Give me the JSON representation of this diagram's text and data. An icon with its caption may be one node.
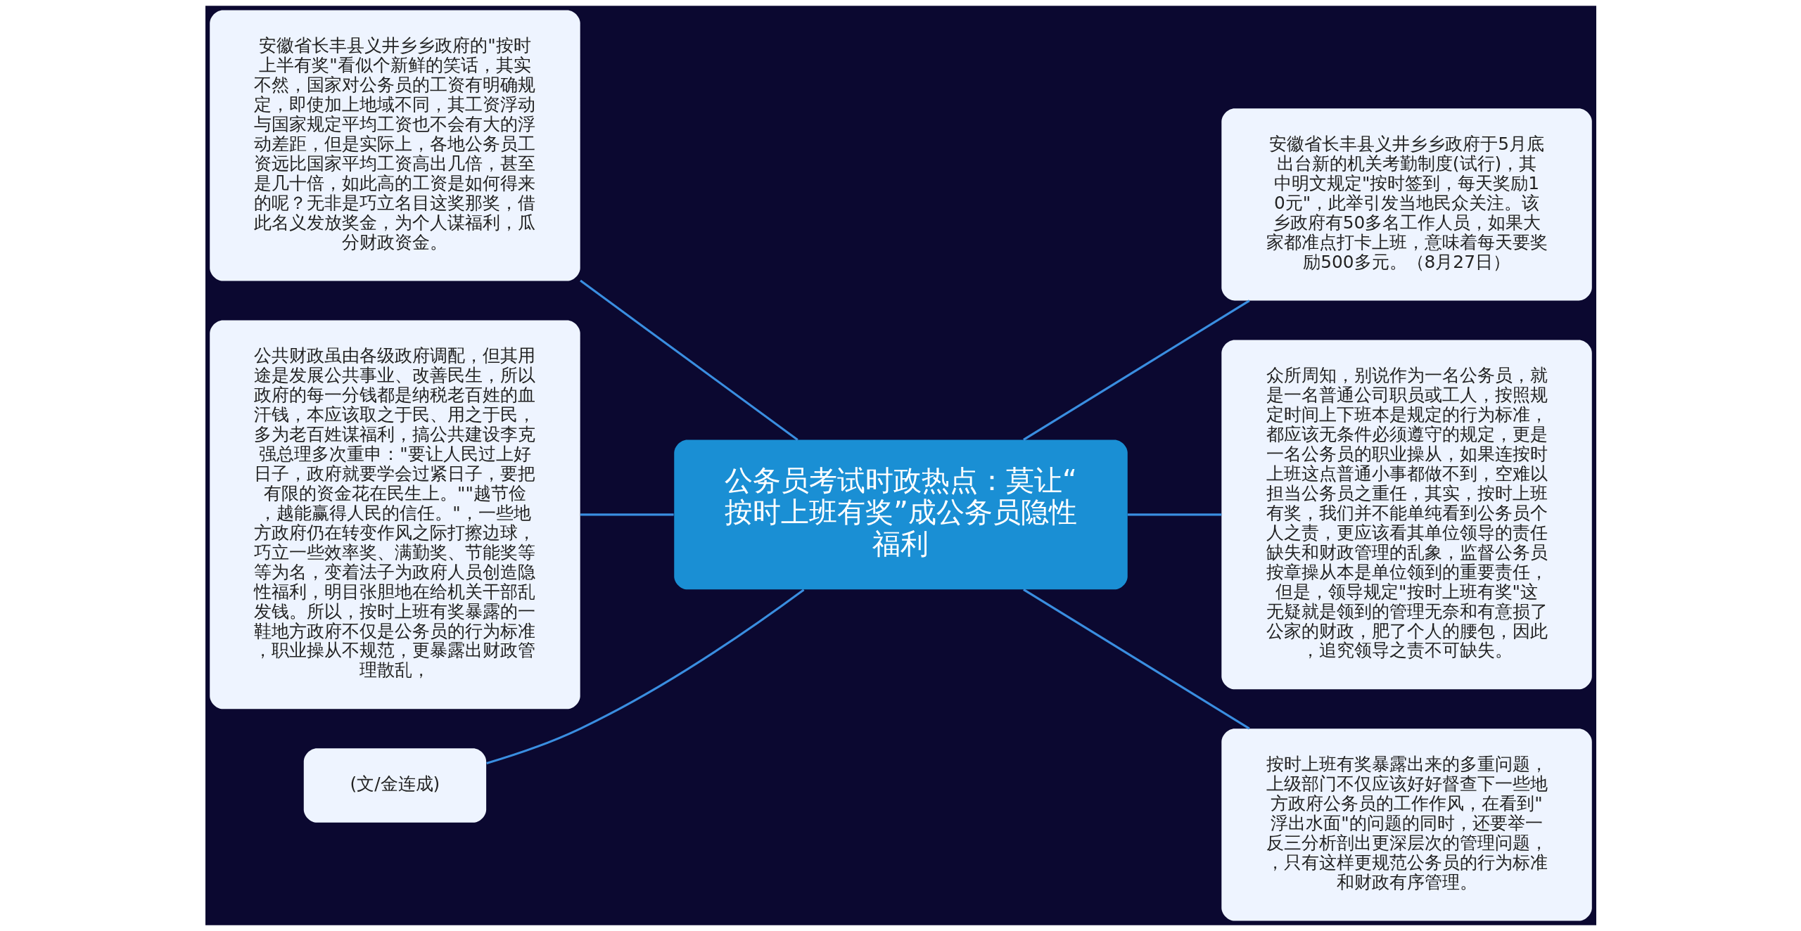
{
  "diagram": {
    "nodes": [
      {
        "text": [
          "公务员考试时政热点：莫让“按时上班有奖”成公务员隐性福利"
        ]
      },
      {
        "text": [
          "安徽省长丰县义井乡乡政府的\"按时上半有奖\"看似个新鲜的笑话，其实不然，国家对公务员的工资有明确规定，即使加上地域不同，其工资浮动与国家规定平均工资也不会有大的浮动差距，但是实际上，各地公务员工资远比国家平均工资高出几倍，甚至是几十倍，如此高的工资是如何得来的呢？无非是巧立名目这奖那奖，借此名义发放奖金，为个人谋福利，瓜分财政资金。"
        ]
      },
      {
        "text": [
          "公共财政虽由各级政府调配，但其用途是发展公共事业、改善民生，所以政府的每一分钱都是纳税老百姓的血汗钱，本应该取之于民、用之于民，多为老百姓谋福利，搞公共建设李克强总理多次重申：\"要让人民过上好日子，政府就要学会过紧日子，要把有限的资金花在民生上。\"\"越节俭，越能赢得人民的信任。\"，一些地方政府仍在转变作风之际打擦边球，巧立一些效率奖、满勤奖、节能奖等等为名，变着法子为政府人员创造隐性福利，明目张胆地在给机关干部乱发钱。所以，按时上班有奖暴露的一鞋地方政府不仅是公务员的行为标准，职业操从不规范，更暴露出财政管理散乱，"
        ]
      },
      {
        "text": [
          "(文/金连成)"
        ]
      },
      {
        "text": [
          "安徽省长丰县义井乡乡政府于5月底出台新的机关考勤制度(试行)，其中明文规定\"按时签到，每天奖励10元\"，此举引发当地民众关注。该乡政府有50多名工作人员，如果大家都准点打卡上班，意味着每天要奖励500多元。（8月27日）"
        ]
      },
      {
        "text": [
          "众所周知，别说作为一名公务员，就是一名普通公司职员或工人，按照规定时间上下班本是规定的行为标准，都应该无条件必须遵守的规定，更是一名公务员的职业操从，如果连按时上班这点普通小事都做不到，空难以担当公务员之重任，其实，按时上班有奖，我们并不能单纯看到公务员个人之责，更应该看其单位领导的责任缺失和财政管理的乱象，监督公务员按章操从本是单位领到的重要责任，但是，领导规定\"按时上班有奖\"这无疑就是领到的管理无奈和有意损了公家的财政，肥了个人的腰包，因此，追究领导之责不可缺失。"
        ]
      },
      {
        "text": [
          "按时上班有奖暴露出来的多重问题，上级部门不仅应该好好督查下一些地方政府公务员的工作作风，在看到\"浮出水面\"的问题的同时，还要举一反三分析剖出更深层次的管理问题，，只有这样更规范公务员的行为标准和财政有序管理。"
        ]
      }
    ],
    "edges": [
      {
        "from": 0,
        "to": 1,
        "arrow": "none"
      },
      {
        "from": 0,
        "to": 2,
        "arrow": "none"
      },
      {
        "from": 0,
        "to": 3,
        "arrow": "none"
      },
      {
        "from": 0,
        "to": 4,
        "arrow": "none"
      },
      {
        "from": 0,
        "to": 5,
        "arrow": "none"
      },
      {
        "from": 0,
        "to": 6,
        "arrow": "none"
      }
    ]
  }
}
